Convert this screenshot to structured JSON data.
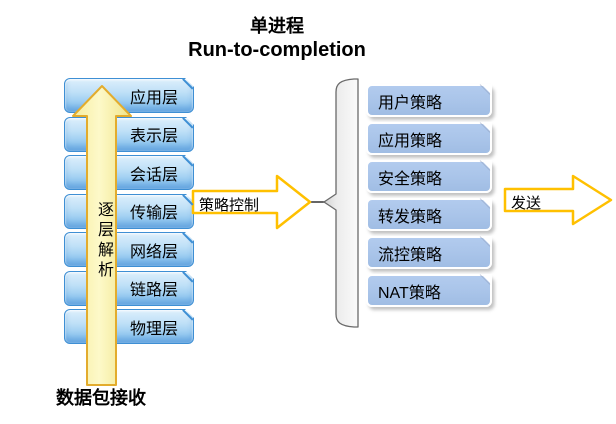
{
  "title": {
    "line1": "单进程",
    "line2": "Run-to-completion"
  },
  "osi_stack": {
    "layers": [
      "应用层",
      "表示层",
      "会话层",
      "传输层",
      "网络层",
      "链路层",
      "物理层"
    ]
  },
  "up_arrow": {
    "label": "逐层解析"
  },
  "receive_label": "数据包接收",
  "policy_arrow": {
    "label": "策略控制"
  },
  "policy_stack": {
    "items": [
      "用户策略",
      "应用策略",
      "安全策略",
      "转发策略",
      "流控策略",
      "NAT策略"
    ]
  },
  "send_arrow": {
    "label": "发送"
  },
  "colors": {
    "layer_box_border": "#3e8fd4",
    "layer_box_fill_top": "#ddeffc",
    "layer_box_fill_bottom": "#7db9ea",
    "policy_box_fill": "#a9c4e9",
    "up_arrow_fill": "#fdf7b0",
    "up_arrow_border": "#e3ac2d",
    "flow_arrow_border": "#ffc000",
    "brace_fill": "#ececec",
    "brace_stroke": "#6a6a6a",
    "text": "#000000"
  }
}
